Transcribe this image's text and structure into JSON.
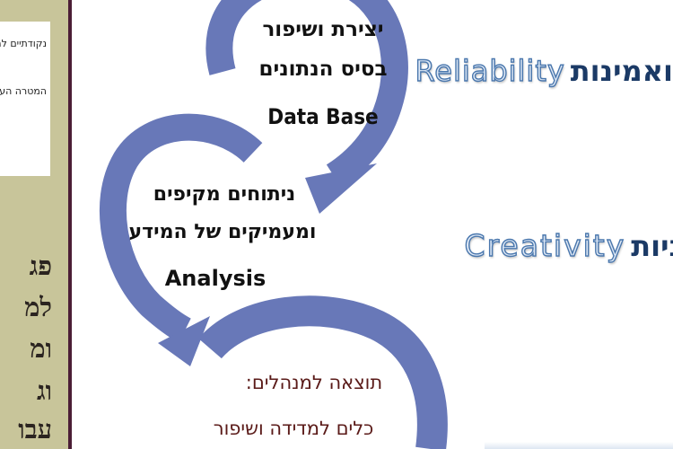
{
  "sidebar": {
    "paragraph1": "נקודתיים להצליח",
    "paragraph2": "המטרה העסקית ויביאו בסביבה את זה",
    "heading_lines": [
      "פג",
      "למ",
      "ומ",
      "וג",
      "עבו"
    ]
  },
  "flow": {
    "step1": {
      "line1": "יצירת ושיפור",
      "line2": "בסיס הנתונים",
      "english": "Data Base"
    },
    "step2": {
      "line1": "ניתוחים מקיפים",
      "line2": "ומעמיקים של המידע",
      "english": "Analysis"
    },
    "step3": {
      "line1": "תוצאה למנהלים:",
      "line2": "כלים למדידה ושיפור"
    }
  },
  "values": {
    "reliability": {
      "english": "Reliability",
      "hebrew": "ואמינות"
    },
    "creativity": {
      "english": "Creativity",
      "hebrew": "ניות"
    }
  },
  "colors": {
    "arrow": "#6878b8",
    "sidebar_bg": "#c8c59a",
    "sidebar_border": "#4b1e36",
    "heading_text": "#1b3a66",
    "outline_text": "#4a77ad"
  }
}
